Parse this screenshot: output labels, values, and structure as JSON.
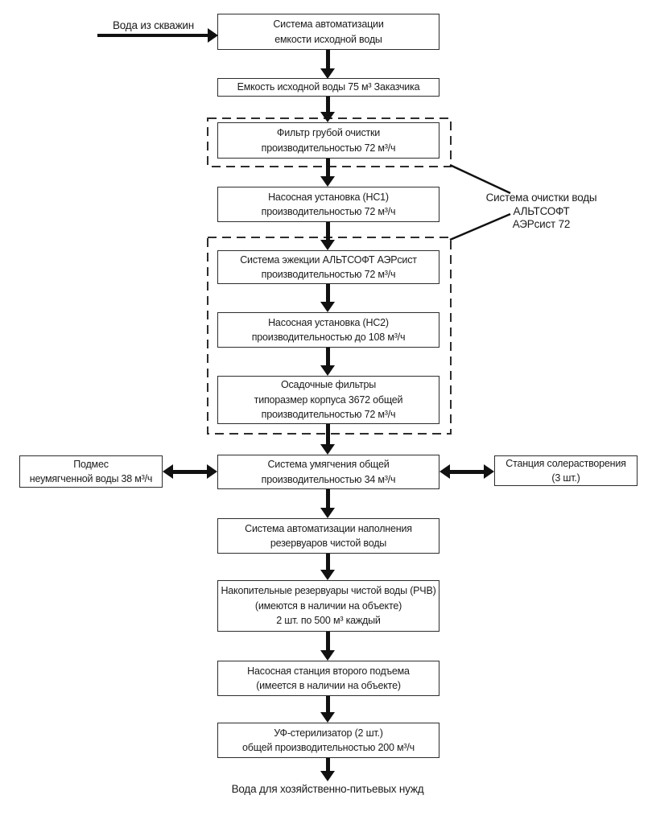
{
  "colors": {
    "ink": "#1b1b1b",
    "box_border": "#2d2d2d",
    "arrow": "#111111",
    "background": "#ffffff"
  },
  "diagram": {
    "input_label": "Вода из скважин",
    "output_label": "Вода для хозяйственно-питьевых нужд",
    "annotation": "Система очистки воды\nАЛЬТСОФТ\nАЭРсист 72",
    "nodes": {
      "automation_source": "Система автоматизации\nемкости исходной воды",
      "source_tank": "Емкость исходной воды 75 м³ Заказчика",
      "coarse_filter": "Фильтр грубой очистки\nпроизводительностью 72 м³/ч",
      "pump_ns1": "Насосная установка (НС1)\nпроизводительностью 72 м³/ч",
      "ejection_system": "Система эжекции АЛЬТСОФТ АЭРсист\nпроизводительностью 72 м³/ч",
      "pump_ns2": "Насосная установка (НС2)\nпроизводительностью до 108 м³/ч",
      "sediment_filters": "Осадочные фильтры\nтипоразмер корпуса 3672 общей\nпроизводительностью 72 м³/ч",
      "softening_system": "Система умягчения общей\nпроизводительностью 34 м³/ч",
      "blend_unsoftened": "Подмес\nнеумягченной воды 38 м³/ч",
      "salt_station": "Станция солерастворения\n(3 шт.)",
      "automation_fill": "Система автоматизации наполнения\nрезервуаров чистой воды",
      "clean_water_tanks": "Накопительные резервуары чистой воды (РЧВ)\n(имеются в наличии на объекте)\n2 шт. по 500 м³ каждый",
      "second_lift_station": "Насосная станция второго подъема\n(имеется в наличии на объекте)",
      "uv_sterilizer": "УФ-стерилизатор (2 шт.)\nобщей производительностью 200 м³/ч"
    }
  }
}
